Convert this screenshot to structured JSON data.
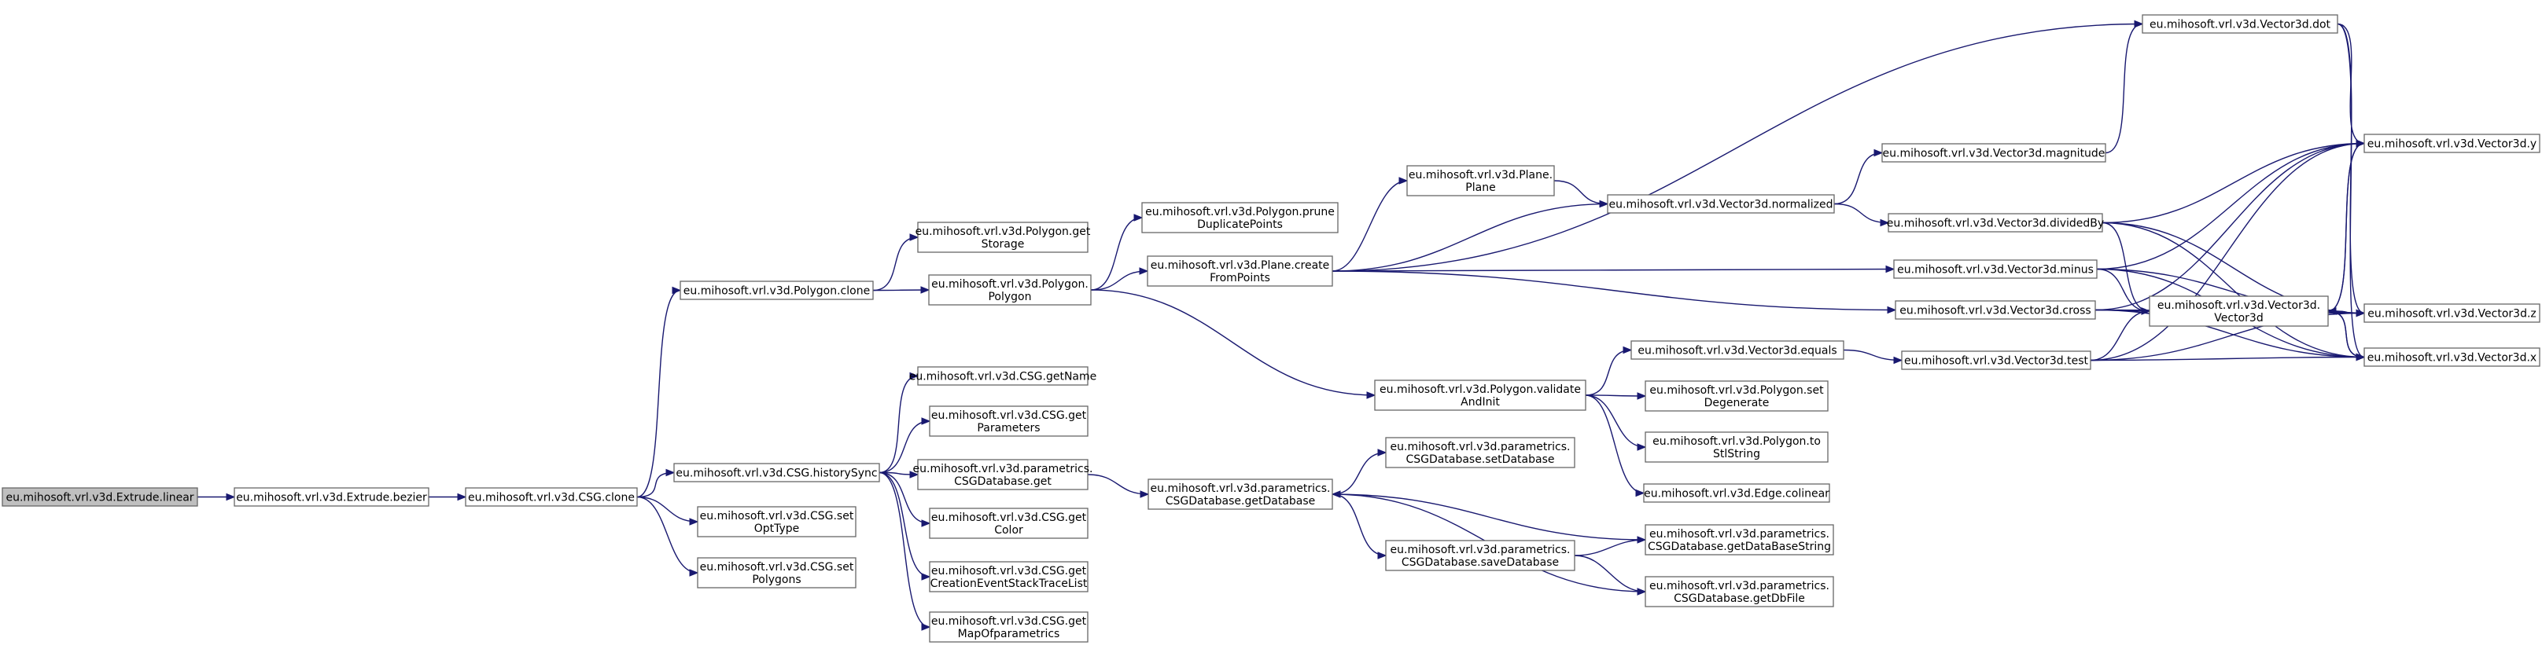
{
  "colors": {
    "edge": "#191970",
    "node_fill": "#ffffff",
    "node_stroke": "#666666",
    "root_fill": "#bfbfbf",
    "background": "#ffffff"
  },
  "nodes": [
    {
      "id": "extrude_linear",
      "lines": [
        "eu.mihosoft.vrl.v3d.Extrude.linear"
      ],
      "root": true
    },
    {
      "id": "extrude_bezier",
      "lines": [
        "eu.mihosoft.vrl.v3d.Extrude.bezier"
      ]
    },
    {
      "id": "csg_clone",
      "lines": [
        "eu.mihosoft.vrl.v3d.CSG.clone"
      ]
    },
    {
      "id": "polygon_clone",
      "lines": [
        "eu.mihosoft.vrl.v3d.Polygon.clone"
      ]
    },
    {
      "id": "csg_historysync",
      "lines": [
        "eu.mihosoft.vrl.v3d.CSG.historySync"
      ]
    },
    {
      "id": "csg_setopttype",
      "lines": [
        "eu.mihosoft.vrl.v3d.CSG.set",
        "OptType"
      ]
    },
    {
      "id": "csg_setpolygons",
      "lines": [
        "eu.mihosoft.vrl.v3d.CSG.set",
        "Polygons"
      ]
    },
    {
      "id": "polygon_getstorage",
      "lines": [
        "eu.mihosoft.vrl.v3d.Polygon.get",
        "Storage"
      ]
    },
    {
      "id": "polygon_polygon",
      "lines": [
        "eu.mihosoft.vrl.v3d.Polygon.",
        "Polygon"
      ]
    },
    {
      "id": "csg_getname",
      "lines": [
        "eu.mihosoft.vrl.v3d.CSG.getName"
      ]
    },
    {
      "id": "csg_getparameters",
      "lines": [
        "eu.mihosoft.vrl.v3d.CSG.get",
        "Parameters"
      ]
    },
    {
      "id": "csgdb_get",
      "lines": [
        "eu.mihosoft.vrl.v3d.parametrics.",
        "CSGDatabase.get"
      ]
    },
    {
      "id": "csg_getcolor",
      "lines": [
        "eu.mihosoft.vrl.v3d.CSG.get",
        "Color"
      ]
    },
    {
      "id": "csg_getcreation",
      "lines": [
        "eu.mihosoft.vrl.v3d.CSG.get",
        "CreationEventStackTraceList"
      ]
    },
    {
      "id": "csg_getmap",
      "lines": [
        "eu.mihosoft.vrl.v3d.CSG.get",
        "MapOfparametrics"
      ]
    },
    {
      "id": "polygon_prune",
      "lines": [
        "eu.mihosoft.vrl.v3d.Polygon.prune",
        "DuplicatePoints"
      ]
    },
    {
      "id": "plane_createfrompoints",
      "lines": [
        "eu.mihosoft.vrl.v3d.Plane.create",
        "FromPoints"
      ]
    },
    {
      "id": "csgdb_getdatabase",
      "lines": [
        "eu.mihosoft.vrl.v3d.parametrics.",
        "CSGDatabase.getDatabase"
      ]
    },
    {
      "id": "plane_plane",
      "lines": [
        "eu.mihosoft.vrl.v3d.Plane.",
        "Plane"
      ]
    },
    {
      "id": "polygon_validate",
      "lines": [
        "eu.mihosoft.vrl.v3d.Polygon.validate",
        "AndInit"
      ]
    },
    {
      "id": "csgdb_setdatabase",
      "lines": [
        "eu.mihosoft.vrl.v3d.parametrics.",
        "CSGDatabase.setDatabase"
      ]
    },
    {
      "id": "csgdb_savedatabase",
      "lines": [
        "eu.mihosoft.vrl.v3d.parametrics.",
        "CSGDatabase.saveDatabase"
      ]
    },
    {
      "id": "vec_normalized",
      "lines": [
        "eu.mihosoft.vrl.v3d.Vector3d.normalized"
      ]
    },
    {
      "id": "vec_equals",
      "lines": [
        "eu.mihosoft.vrl.v3d.Vector3d.equals"
      ]
    },
    {
      "id": "polygon_setdegenerate",
      "lines": [
        "eu.mihosoft.vrl.v3d.Polygon.set",
        "Degenerate"
      ]
    },
    {
      "id": "polygon_tostl",
      "lines": [
        "eu.mihosoft.vrl.v3d.Polygon.to",
        "StlString"
      ]
    },
    {
      "id": "edge_colinear",
      "lines": [
        "eu.mihosoft.vrl.v3d.Edge.colinear"
      ]
    },
    {
      "id": "csgdb_getdatabasestring",
      "lines": [
        "eu.mihosoft.vrl.v3d.parametrics.",
        "CSGDatabase.getDataBaseString"
      ]
    },
    {
      "id": "csgdb_getdbfile",
      "lines": [
        "eu.mihosoft.vrl.v3d.parametrics.",
        "CSGDatabase.getDbFile"
      ]
    },
    {
      "id": "vec_magnitude",
      "lines": [
        "eu.mihosoft.vrl.v3d.Vector3d.magnitude"
      ]
    },
    {
      "id": "vec_dividedby",
      "lines": [
        "eu.mihosoft.vrl.v3d.Vector3d.dividedBy"
      ]
    },
    {
      "id": "vec_minus",
      "lines": [
        "eu.mihosoft.vrl.v3d.Vector3d.minus"
      ]
    },
    {
      "id": "vec_cross",
      "lines": [
        "eu.mihosoft.vrl.v3d.Vector3d.cross"
      ]
    },
    {
      "id": "vec_test",
      "lines": [
        "eu.mihosoft.vrl.v3d.Vector3d.test"
      ]
    },
    {
      "id": "vec_dot",
      "lines": [
        "eu.mihosoft.vrl.v3d.Vector3d.dot"
      ]
    },
    {
      "id": "vec_ctor",
      "lines": [
        "eu.mihosoft.vrl.v3d.Vector3d.",
        "Vector3d"
      ]
    },
    {
      "id": "vec_y",
      "lines": [
        "eu.mihosoft.vrl.v3d.Vector3d.y"
      ]
    },
    {
      "id": "vec_z",
      "lines": [
        "eu.mihosoft.vrl.v3d.Vector3d.z"
      ]
    },
    {
      "id": "vec_x",
      "lines": [
        "eu.mihosoft.vrl.v3d.Vector3d.x"
      ]
    }
  ],
  "edges": [
    {
      "from": "extrude_linear",
      "to": "extrude_bezier"
    },
    {
      "from": "extrude_bezier",
      "to": "csg_clone"
    },
    {
      "from": "csg_clone",
      "to": "polygon_clone"
    },
    {
      "from": "csg_clone",
      "to": "csg_historysync"
    },
    {
      "from": "csg_clone",
      "to": "csg_setopttype"
    },
    {
      "from": "csg_clone",
      "to": "csg_setpolygons"
    },
    {
      "from": "polygon_clone",
      "to": "polygon_getstorage"
    },
    {
      "from": "polygon_clone",
      "to": "polygon_polygon"
    },
    {
      "from": "csg_historysync",
      "to": "csg_getname"
    },
    {
      "from": "csg_historysync",
      "to": "csg_getparameters"
    },
    {
      "from": "csg_historysync",
      "to": "csgdb_get"
    },
    {
      "from": "csg_historysync",
      "to": "csg_getcolor"
    },
    {
      "from": "csg_historysync",
      "to": "csg_getcreation"
    },
    {
      "from": "csg_historysync",
      "to": "csg_getmap"
    },
    {
      "from": "polygon_polygon",
      "to": "polygon_prune"
    },
    {
      "from": "polygon_polygon",
      "to": "plane_createfrompoints"
    },
    {
      "from": "polygon_polygon",
      "to": "polygon_validate"
    },
    {
      "from": "csgdb_get",
      "to": "csgdb_getdatabase"
    },
    {
      "from": "plane_createfrompoints",
      "to": "plane_plane"
    },
    {
      "from": "plane_createfrompoints",
      "to": "vec_normalized"
    },
    {
      "from": "plane_createfrompoints",
      "to": "vec_dot"
    },
    {
      "from": "plane_createfrompoints",
      "to": "vec_minus"
    },
    {
      "from": "plane_createfrompoints",
      "to": "vec_cross"
    },
    {
      "from": "plane_plane",
      "to": "vec_normalized"
    },
    {
      "from": "polygon_validate",
      "to": "vec_equals"
    },
    {
      "from": "polygon_validate",
      "to": "polygon_setdegenerate"
    },
    {
      "from": "polygon_validate",
      "to": "polygon_tostl"
    },
    {
      "from": "polygon_validate",
      "to": "edge_colinear"
    },
    {
      "from": "csgdb_getdatabase",
      "to": "csgdb_setdatabase"
    },
    {
      "from": "csgdb_getdatabase",
      "to": "csgdb_savedatabase"
    },
    {
      "from": "csgdb_getdatabase",
      "to": "csgdb_getdbfile"
    },
    {
      "from": "csgdb_savedatabase",
      "to": "csgdb_getdatabasestring"
    },
    {
      "from": "csgdb_savedatabase",
      "to": "csgdb_getdbfile"
    },
    {
      "from": "csgdb_getdatabasestring",
      "to": "csgdb_getdatabase"
    },
    {
      "from": "vec_normalized",
      "to": "vec_magnitude"
    },
    {
      "from": "vec_normalized",
      "to": "vec_dividedby"
    },
    {
      "from": "vec_equals",
      "to": "vec_test"
    },
    {
      "from": "vec_magnitude",
      "to": "vec_dot"
    },
    {
      "from": "vec_dividedby",
      "to": "vec_y"
    },
    {
      "from": "vec_dividedby",
      "to": "vec_ctor"
    },
    {
      "from": "vec_dividedby",
      "to": "vec_z"
    },
    {
      "from": "vec_dividedby",
      "to": "vec_x"
    },
    {
      "from": "vec_minus",
      "to": "vec_y"
    },
    {
      "from": "vec_minus",
      "to": "vec_ctor"
    },
    {
      "from": "vec_minus",
      "to": "vec_z"
    },
    {
      "from": "vec_minus",
      "to": "vec_x"
    },
    {
      "from": "vec_cross",
      "to": "vec_y"
    },
    {
      "from": "vec_cross",
      "to": "vec_ctor"
    },
    {
      "from": "vec_cross",
      "to": "vec_z"
    },
    {
      "from": "vec_cross",
      "to": "vec_x"
    },
    {
      "from": "vec_test",
      "to": "vec_ctor"
    },
    {
      "from": "vec_test",
      "to": "vec_y"
    },
    {
      "from": "vec_test",
      "to": "vec_z"
    },
    {
      "from": "vec_test",
      "to": "vec_x"
    },
    {
      "from": "vec_dot",
      "to": "vec_y"
    },
    {
      "from": "vec_dot",
      "to": "vec_z"
    },
    {
      "from": "vec_dot",
      "to": "vec_x"
    },
    {
      "from": "vec_ctor",
      "to": "vec_y"
    },
    {
      "from": "vec_ctor",
      "to": "vec_z"
    },
    {
      "from": "vec_ctor",
      "to": "vec_x"
    },
    {
      "from": "vec_y",
      "to": "vec_ctor"
    },
    {
      "from": "vec_z",
      "to": "vec_ctor"
    },
    {
      "from": "vec_x",
      "to": "vec_ctor"
    }
  ]
}
